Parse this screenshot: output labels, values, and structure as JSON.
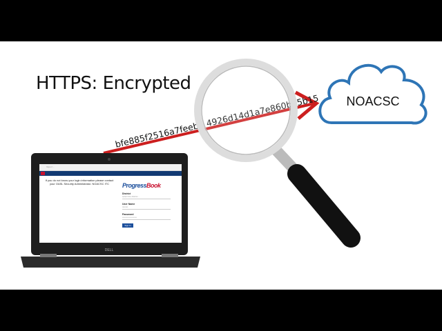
{
  "title": "HTTPS: Encrypted",
  "cipher_text": "bfe885f2516a7feeb1 4926d14d1a7e860b55b15",
  "cloud_label": "NOACSC",
  "laptop": {
    "brand": "DELL",
    "browser_url": "https://...",
    "login_message": "If you do not know your login information please contact your OASL Security Administrator. NOACSC ITC",
    "logo_main": "Progress",
    "logo_accent": "Book",
    "district_label": "District",
    "district_value": "select the district...",
    "username_label": "User Name",
    "username_value": "nnnnn",
    "password_label": "Password",
    "password_value": "••••••••••••••••••••",
    "signin_label": "Sign In"
  },
  "colors": {
    "arrow": "#cc1f1f",
    "cloud": "#2e75b6",
    "navbar": "#123a73"
  }
}
